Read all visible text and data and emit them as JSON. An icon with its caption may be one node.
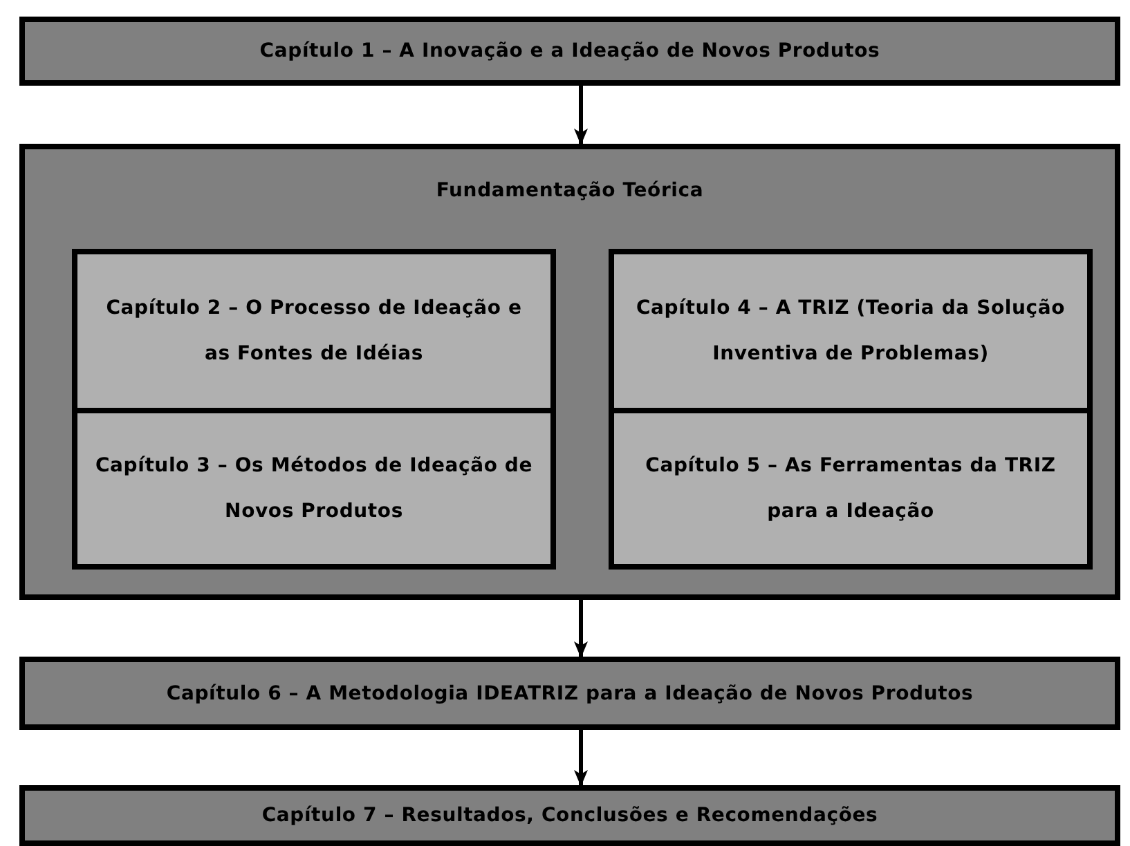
{
  "diagram": {
    "nodes": [
      {
        "text": [
          "Capítulo 1 – A Inovação e a Ideação de Novos Produtos"
        ]
      },
      {
        "text": [
          "Fundamentação Teórica"
        ]
      },
      {
        "text": [
          "Capítulo 2 – O Processo de Ideação e as Fontes de Idéias"
        ],
        "in": 1
      },
      {
        "text": [
          "Capítulo 3 – Os Métodos de Ideação de Novos Produtos"
        ],
        "in": 1
      },
      {
        "text": [
          "Capítulo 4 – A TRIZ (Teoria da Solução Inventiva de Problemas)"
        ],
        "in": 1
      },
      {
        "text": [
          "Capítulo 5 – As Ferramentas da TRIZ para a Ideação"
        ],
        "in": 1
      },
      {
        "text": [
          "Capítulo 6 – A Metodologia IDEATRIZ para a Ideação de Novos Produtos"
        ]
      },
      {
        "text": [
          "Capítulo 7 – Resultados, Conclusões e Recomendações"
        ]
      }
    ],
    "edges": [
      {
        "from": 0,
        "to": 1,
        "arrow": "to"
      },
      {
        "from": 1,
        "to": 6,
        "arrow": "to"
      },
      {
        "from": 6,
        "to": 7,
        "arrow": "to"
      }
    ]
  }
}
